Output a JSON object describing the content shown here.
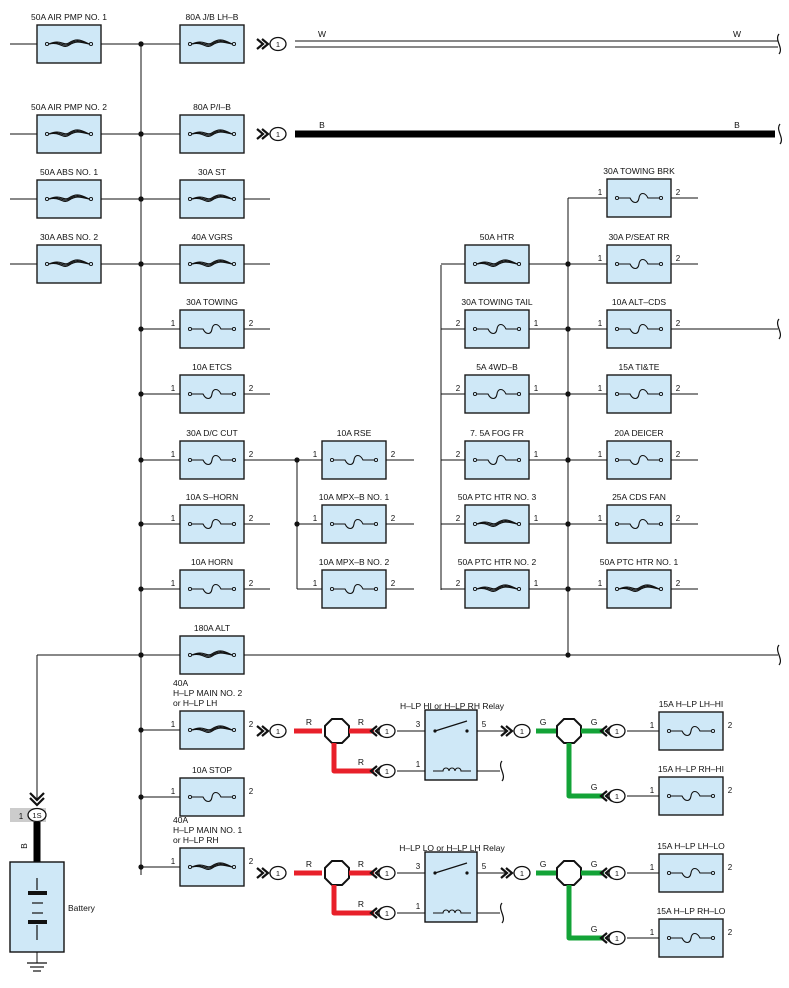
{
  "fuses_left": [
    {
      "id": "f-air1",
      "label": "50A AIR PMP NO. 1",
      "kind": "fusible"
    },
    {
      "id": "f-air2",
      "label": "50A AIR PMP NO. 2",
      "kind": "fusible"
    },
    {
      "id": "f-abs1",
      "label": "50A ABS NO. 1",
      "kind": "fusible"
    },
    {
      "id": "f-abs2",
      "label": "30A ABS NO. 2",
      "kind": "fusible"
    }
  ],
  "fuses_col2": [
    {
      "id": "f-jb",
      "label": "80A J/B LH–B",
      "kind": "fusible"
    },
    {
      "id": "f-pib",
      "label": "80A P/I–B",
      "kind": "fusible"
    },
    {
      "id": "f-st",
      "label": "30A ST",
      "kind": "fusible"
    },
    {
      "id": "f-vgrs",
      "label": "40A VGRS",
      "kind": "fusible"
    },
    {
      "id": "f-towing",
      "label": "30A TOWING",
      "kind": "fuse",
      "pins": [
        "1",
        "2"
      ]
    },
    {
      "id": "f-etcs",
      "label": "10A ETCS",
      "kind": "fuse",
      "pins": [
        "1",
        "2"
      ]
    },
    {
      "id": "f-dccut",
      "label": "30A D/C CUT",
      "kind": "fuse",
      "pins": [
        "1",
        "2"
      ]
    },
    {
      "id": "f-shorn",
      "label": "10A S–HORN",
      "kind": "fuse",
      "pins": [
        "1",
        "2"
      ]
    },
    {
      "id": "f-horn",
      "label": "10A HORN",
      "kind": "fuse",
      "pins": [
        "1",
        "2"
      ]
    },
    {
      "id": "f-alt",
      "label": "180A ALT",
      "kind": "fusible"
    },
    {
      "id": "f-hlpmain2",
      "label": "40A\nH–LP MAIN NO. 2\nor H–LP LH",
      "kind": "fusible",
      "pins": [
        "1",
        "2"
      ]
    },
    {
      "id": "f-stop",
      "label": "10A STOP",
      "kind": "fuse",
      "pins": [
        "1",
        "2"
      ]
    },
    {
      "id": "f-hlpmain1",
      "label": "40A\nH–LP MAIN NO. 1\nor H–LP RH",
      "kind": "fusible",
      "pins": [
        "1",
        "2"
      ]
    }
  ],
  "fuses_col3": [
    {
      "id": "f-rse",
      "label": "10A RSE",
      "kind": "fuse",
      "pins": [
        "1",
        "2"
      ]
    },
    {
      "id": "f-mpx1",
      "label": "10A MPX–B NO. 1",
      "kind": "fuse",
      "pins": [
        "1",
        "2"
      ]
    },
    {
      "id": "f-mpx2",
      "label": "10A MPX–B NO. 2",
      "kind": "fuse",
      "pins": [
        "1",
        "2"
      ]
    }
  ],
  "fuses_col4": [
    {
      "id": "f-htr",
      "label": "50A HTR",
      "kind": "fusible"
    },
    {
      "id": "f-towtail",
      "label": "30A TOWING TAIL",
      "kind": "fuse",
      "pins": [
        "2",
        "1"
      ]
    },
    {
      "id": "f-4wd",
      "label": "5A 4WD–B",
      "kind": "fuse",
      "pins": [
        "2",
        "1"
      ]
    },
    {
      "id": "f-fog",
      "label": "7. 5A FOG FR",
      "kind": "fuse",
      "pins": [
        "2",
        "1"
      ]
    },
    {
      "id": "f-ptc3",
      "label": "50A PTC HTR NO. 3",
      "kind": "fusible",
      "pins": [
        "2",
        "1"
      ]
    },
    {
      "id": "f-ptc2",
      "label": "50A PTC HTR NO. 2",
      "kind": "fusible",
      "pins": [
        "2",
        "1"
      ]
    }
  ],
  "fuses_col5": [
    {
      "id": "f-towbrk",
      "label": "30A TOWING BRK",
      "kind": "fuse",
      "pins": [
        "1",
        "2"
      ]
    },
    {
      "id": "f-pseat",
      "label": "30A P/SEAT RR",
      "kind": "fuse",
      "pins": [
        "1",
        "2"
      ]
    },
    {
      "id": "f-altcds",
      "label": "10A ALT–CDS",
      "kind": "fuse",
      "pins": [
        "1",
        "2"
      ]
    },
    {
      "id": "f-tite",
      "label": "15A TI&TE",
      "kind": "fuse",
      "pins": [
        "1",
        "2"
      ]
    },
    {
      "id": "f-deicer",
      "label": "20A DEICER",
      "kind": "fuse",
      "pins": [
        "1",
        "2"
      ]
    },
    {
      "id": "f-cdsfan",
      "label": "25A CDS FAN",
      "kind": "fuse",
      "pins": [
        "1",
        "2"
      ]
    },
    {
      "id": "f-ptc1",
      "label": "50A PTC HTR NO. 1",
      "kind": "fusible",
      "pins": [
        "1",
        "2"
      ]
    }
  ],
  "fuses_col6": [
    {
      "id": "f-lhhi",
      "label": "15A H–LP LH–HI",
      "kind": "fuse",
      "pins": [
        "1",
        "2"
      ]
    },
    {
      "id": "f-rhhi",
      "label": "15A H–LP RH–HI",
      "kind": "fuse",
      "pins": [
        "1",
        "2"
      ]
    },
    {
      "id": "f-lhlo",
      "label": "15A H–LP LH–LO",
      "kind": "fuse",
      "pins": [
        "1",
        "2"
      ]
    },
    {
      "id": "f-rhlo",
      "label": "15A H–LP RH–LO",
      "kind": "fuse",
      "pins": [
        "1",
        "2"
      ]
    }
  ],
  "relays": [
    {
      "id": "r-hi",
      "label": "H–LP HI or H–LP RH Relay",
      "pins": [
        "3",
        "5",
        "1"
      ]
    },
    {
      "id": "r-lo",
      "label": "H–LP LO or H–LP LH Relay",
      "pins": [
        "3",
        "5",
        "1"
      ]
    }
  ],
  "wires": [
    {
      "id": "w-jb",
      "color_code": "W",
      "stroke": "#000000",
      "weight": "thin"
    },
    {
      "id": "w-pib",
      "color_code": "B",
      "stroke": "#000000",
      "weight": "heavy"
    },
    {
      "id": "w-r",
      "color_code": "R",
      "stroke": "#e8202a"
    },
    {
      "id": "w-g",
      "color_code": "G",
      "stroke": "#13a337"
    }
  ],
  "connector_pin": "1",
  "battery": {
    "label": "Battery",
    "connector": "1S",
    "connector_pin": "1",
    "wire": "B"
  },
  "colors": {
    "fuse_fill": "#cfe8f7",
    "fuse_stroke": "#1a1a1a",
    "red_wire": "#e8202a",
    "green_wire": "#13a337",
    "tag_fill": "#cccccc"
  }
}
